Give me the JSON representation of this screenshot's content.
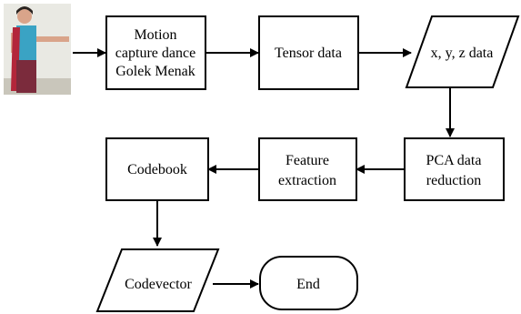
{
  "nodes": {
    "motion_capture": {
      "lines": [
        "Motion",
        "capture dance",
        "Golek Menak"
      ]
    },
    "tensor": {
      "lines": [
        "Tensor data"
      ]
    },
    "xyz": {
      "lines": [
        "x, y, z data"
      ]
    },
    "pca": {
      "lines": [
        "PCA data",
        "reduction"
      ]
    },
    "feature": {
      "lines": [
        "Feature",
        "extraction"
      ]
    },
    "codebook": {
      "lines": [
        "Codebook"
      ]
    },
    "codevector": {
      "lines": [
        "Codevector"
      ]
    },
    "end": {
      "lines": [
        "End"
      ]
    }
  },
  "photo": {
    "icon": "dancer-photo",
    "colors": {
      "wall": "#e9e9e3",
      "floor": "#c9c6bb",
      "skin": "#d9a48a",
      "hair": "#2a2320",
      "top": "#3aa3c4",
      "sash": "#b3263a",
      "cloth": "#7b2b3c"
    }
  },
  "colors": {
    "stroke": "#000000",
    "fill": "#ffffff"
  }
}
